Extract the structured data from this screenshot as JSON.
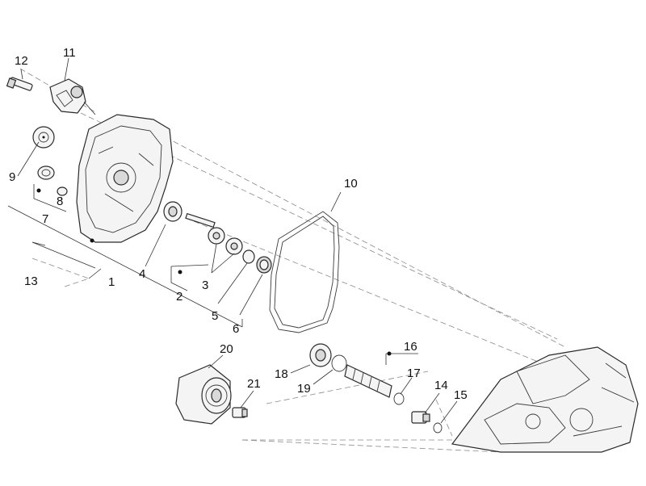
{
  "callouts": {
    "c1": "1",
    "c2": "2",
    "c3": "3",
    "c4": "4",
    "c5": "5",
    "c6": "6",
    "c7": "7",
    "c8": "8",
    "c9": "9",
    "c10": "10",
    "c11": "11",
    "c12": "12",
    "c13": "13",
    "c14": "14",
    "c15": "15",
    "c16": "16",
    "c17": "17",
    "c18": "18",
    "c19": "19",
    "c20": "20",
    "c21": "21"
  },
  "colors": {
    "line": "#2a2a2a",
    "dashed_leader": "#8a8a8a",
    "background": "#ffffff"
  }
}
